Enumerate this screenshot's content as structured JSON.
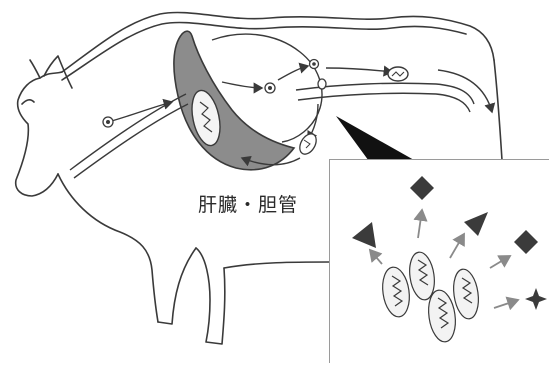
{
  "figure": {
    "organ_label": "肝臓・胆管",
    "colors": {
      "outline": "#3a3a3a",
      "liver_fill": "#8c8c8c",
      "shape_fill": "#3b3b3b",
      "arrow": "#8a8a8a",
      "inset_border": "#9a9a9a"
    },
    "icons": [
      "cow-outline",
      "liver",
      "fluke-egg",
      "miracidium",
      "snail",
      "cercaria",
      "metacercaria",
      "adult-fluke",
      "triangle",
      "diamond",
      "star",
      "arrow"
    ]
  }
}
